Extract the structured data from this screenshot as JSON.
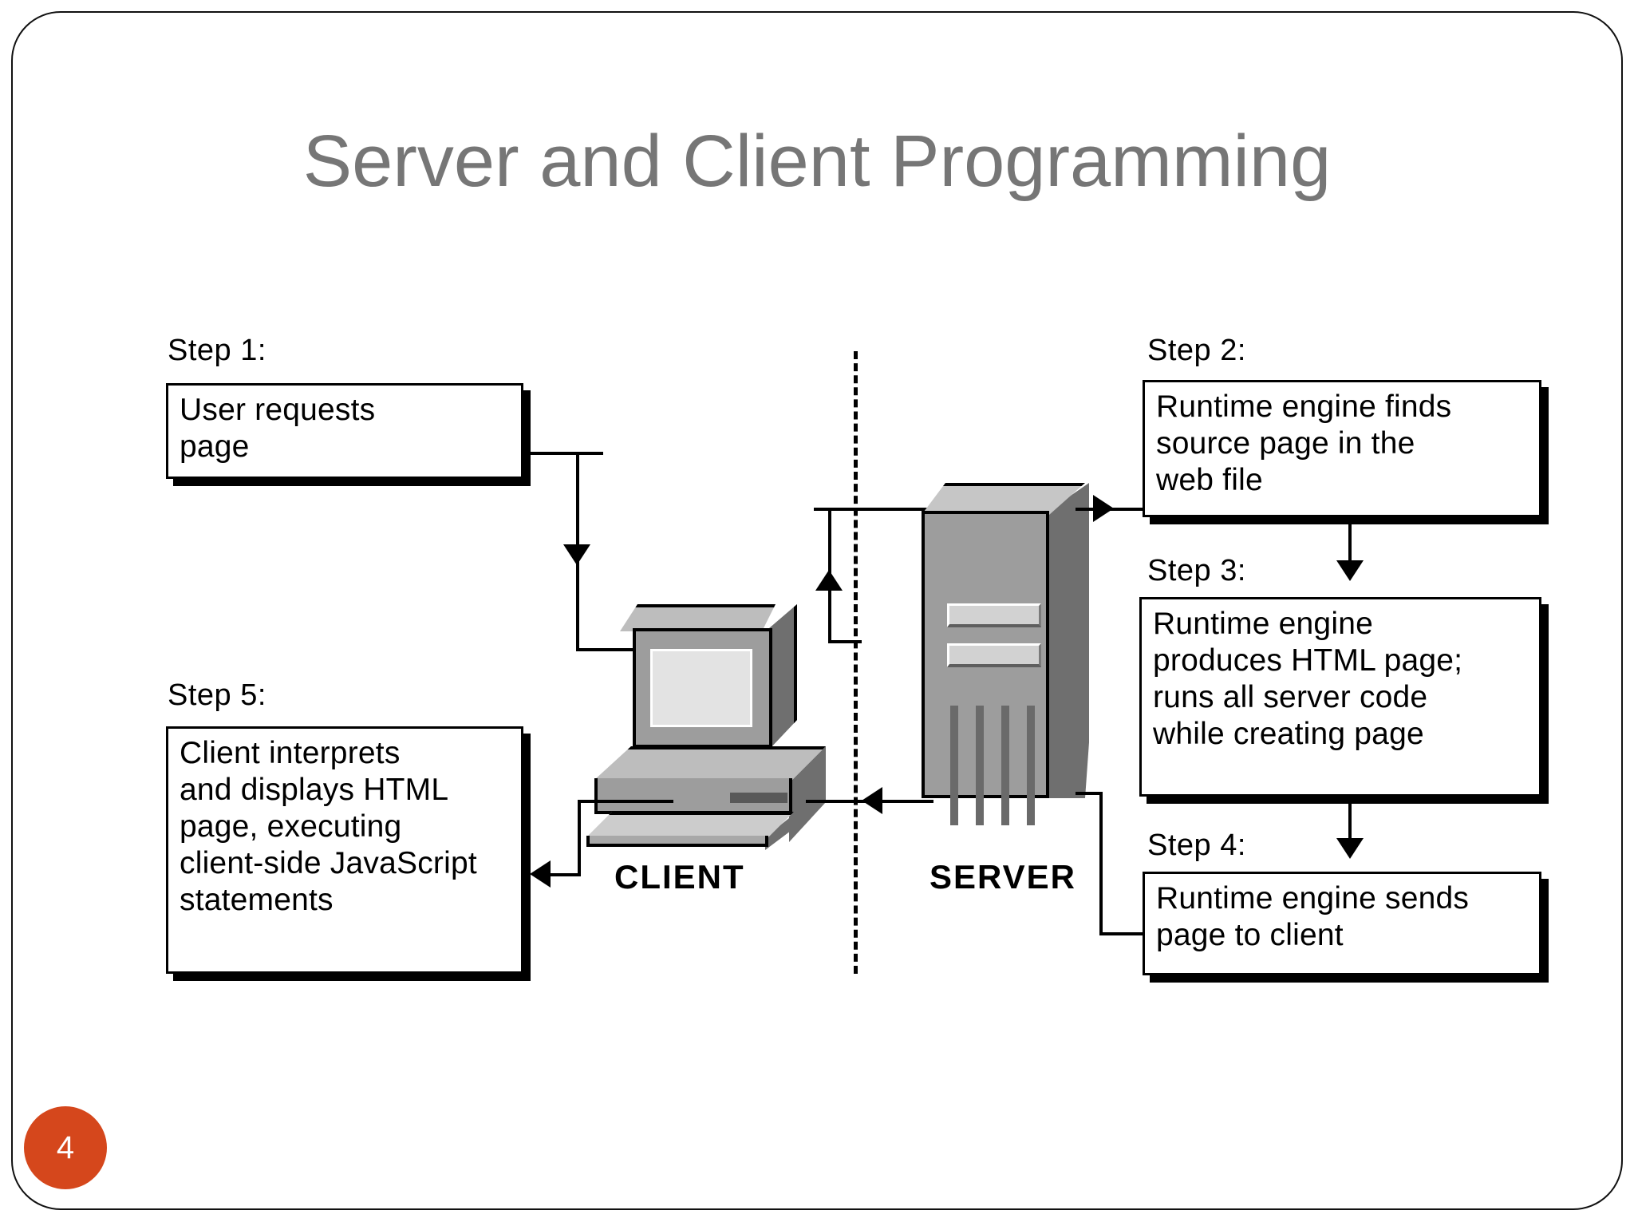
{
  "slide": {
    "title": "Server and Client Programming",
    "page_number": "4",
    "accent_color": "#d5471c",
    "title_color": "#767676"
  },
  "diagram": {
    "zones": {
      "client_label": "CLIENT",
      "server_label": "SERVER"
    },
    "steps": [
      {
        "id": "step1",
        "label": "Step 1:",
        "lines": [
          "User requests",
          "page"
        ]
      },
      {
        "id": "step2",
        "label": "Step 2:",
        "lines": [
          "Runtime engine finds",
          "source page in the",
          "web file"
        ]
      },
      {
        "id": "step3",
        "label": "Step 3:",
        "lines": [
          "Runtime engine",
          "produces HTML page;",
          "runs all server code",
          "while creating page"
        ]
      },
      {
        "id": "step4",
        "label": "Step 4:",
        "lines": [
          "Runtime engine sends",
          "page to client"
        ]
      },
      {
        "id": "step5",
        "label": "Step 5:",
        "lines": [
          "Client interprets",
          "and displays HTML",
          "page, executing",
          "client-side JavaScript",
          "statements"
        ]
      }
    ]
  }
}
